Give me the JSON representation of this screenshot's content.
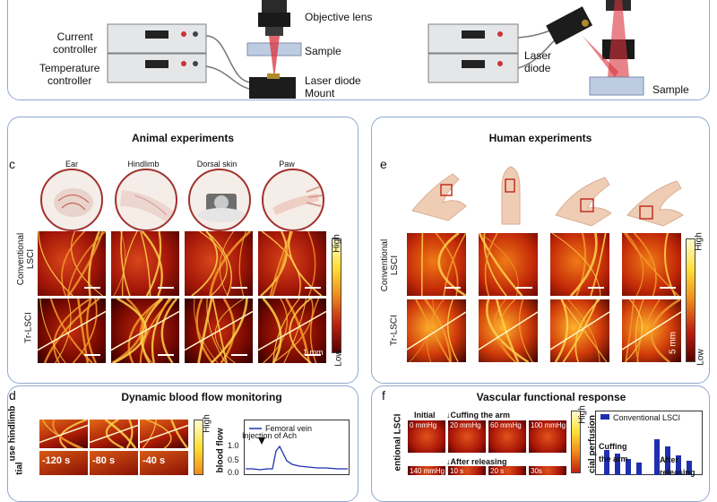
{
  "setup": {
    "current_controller": "Current\ncontroller",
    "temperature_controller": "Temperature\ncontroller",
    "objective_lens": "Objective lens",
    "sample_left": "Sample",
    "laser_mount": "Laser diode\nMount",
    "laser_diode": "Laser\ndiode",
    "sample_right": "Sample"
  },
  "animal": {
    "title": "Animal experiments",
    "letter": "c",
    "columns": [
      "Ear",
      "Hindlimb",
      "Dorsal skin",
      "Paw"
    ],
    "row_labels": [
      "Conventional\nLSCI",
      "Tr-LSCI"
    ],
    "colorbar_high": "High",
    "colorbar_low": "Low",
    "scale_label": "1 mm"
  },
  "human": {
    "title": "Human experiments",
    "letter": "e",
    "row_labels": [
      "Conventional\nLSCI",
      "Tr-LSCI"
    ],
    "colorbar_high": "High",
    "colorbar_low": "Low",
    "scale_label": "5 mm"
  },
  "dynamic": {
    "letter": "d",
    "title": "Dynamic blood flow monitoring",
    "side_label": "use hindlimb",
    "row_label": "tial",
    "colorbar_high": "High",
    "times": [
      "-120 s",
      "-80 s",
      "-40 s"
    ],
    "legend": "Femoral vein",
    "annotation": "Injection of Ach",
    "ylabel": "blood flow",
    "yticks": [
      "1.0",
      "0.5",
      "0.0"
    ]
  },
  "vascular": {
    "letter": "f",
    "title": "Vascular functional response",
    "side_label": "entional LSCI",
    "initial": "Initial",
    "cuffing": "Cuffing the arm",
    "after": "After releasing",
    "tile_labels": [
      "0 mmHg",
      "20 mmHg",
      "60 mmHg",
      "100 mmHg",
      "140 mmHg",
      "10 s",
      "20 s",
      "30s"
    ],
    "colorbar_high": "High",
    "ylabel": "cial perfusion",
    "legend": "Conventional LSCI",
    "annot_cuff": "Cuffing\nthe arm",
    "annot_after": "After\nreleasing"
  },
  "colors": {
    "panel_border": "#8fa9d0",
    "laser_red": "#d8323a",
    "frame_red": "#a0312d",
    "series_blue": "#1f2fb0"
  }
}
